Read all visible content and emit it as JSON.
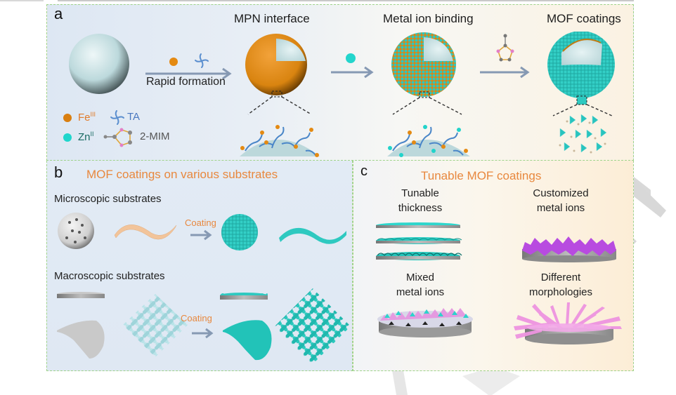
{
  "figure": {
    "panel_a": {
      "letter": "a",
      "stage_titles": [
        "MPN interface",
        "Metal ion binding",
        "MOF coatings"
      ],
      "arrow_label": "Rapid formation",
      "legend": [
        {
          "symbol": "orange-sphere",
          "label": "Fe",
          "superscript": "III",
          "color": "#e07b2a"
        },
        {
          "symbol": "tannic-acid-icon",
          "label": "TA",
          "color": "#4a78c0"
        },
        {
          "symbol": "cyan-sphere",
          "label": "Zn",
          "superscript": "II",
          "color": "#1a6b63"
        },
        {
          "symbol": "2-mim-ring-icon",
          "label": "2-MIM",
          "color": "#555555"
        }
      ]
    },
    "panel_b": {
      "letter": "b",
      "title": "MOF coatings on various substrates",
      "rows": [
        {
          "label": "Microscopic substrates",
          "arrow_label": "Coating"
        },
        {
          "label": "Macroscopic substrates",
          "arrow_label": "Coating"
        }
      ]
    },
    "panel_c": {
      "letter": "c",
      "title": "Tunable MOF coatings",
      "items": [
        {
          "line1": "Tunable",
          "line2": "thickness"
        },
        {
          "line1": "Customized",
          "line2": "metal ions"
        },
        {
          "line1": "Mixed",
          "line2": "metal ions"
        },
        {
          "line1": "Different",
          "line2": "morphologies"
        }
      ]
    },
    "colors": {
      "fe": "#e08a1e",
      "zn": "#2fd6cf",
      "mof": "#2ec9c0",
      "ta": "#4a86c8",
      "substrate": "#cfe6e8",
      "accent_title": "#e8883e",
      "purple": "#b44ee0",
      "pink": "#e58ad8",
      "border": "#9fd38a"
    }
  }
}
